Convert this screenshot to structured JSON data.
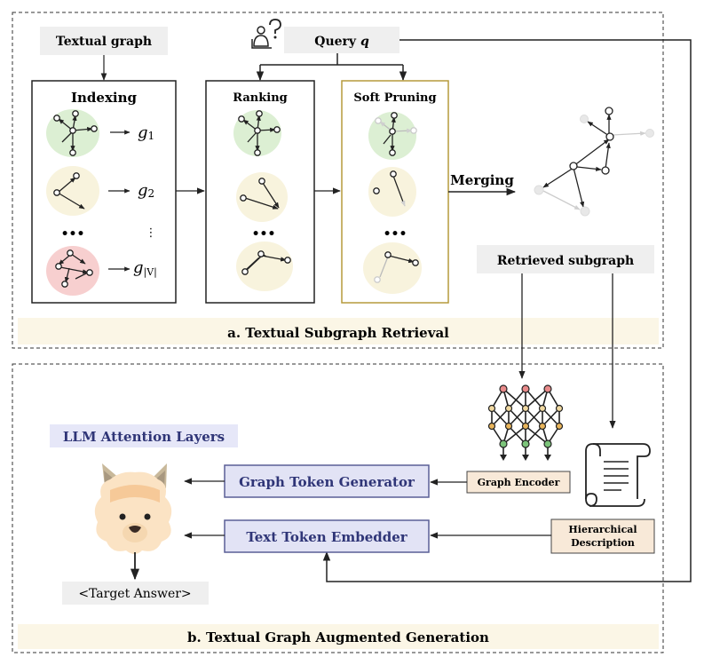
{
  "section_a": {
    "title": "a. Textual Subgraph Retrieval",
    "textual_graph_label": "Textual graph",
    "query_label": "Query",
    "query_var": "q",
    "indexing_title": "Indexing",
    "ranking_title": "Ranking",
    "soft_pruning_title": "Soft Pruning",
    "merging_label": "Merging",
    "retrieved_subgraph_label": "Retrieved subgraph",
    "index_labels": [
      "g",
      "g",
      "g"
    ],
    "index_subscripts": [
      "1",
      "2",
      "|V|"
    ],
    "ellipsis": "•••",
    "vertical_ellipsis": "⋮"
  },
  "section_b": {
    "title": "b. Textual Graph Augmented Generation",
    "llm_attention_label": "LLM Attention Layers",
    "graph_token_generator_label": "Graph Token Generator",
    "text_token_embedder_label": "Text Token Embedder",
    "graph_encoder_label": "Graph Encoder",
    "hierarchical_description_line1": "Hierarchical",
    "hierarchical_description_line2": "Description",
    "target_answer_label": "<Target Answer>"
  },
  "colors": {
    "green_blob": "#dcefd3",
    "yellow_blob": "#f8f3dd",
    "red_blob": "#f7cfcf",
    "section_band": "#fbf6e6",
    "label_box": "#efefef",
    "module_box": "#e2e3f5",
    "module_border": "#5a5f96",
    "orange_box": "#f8e9d8",
    "soft_pruning_border": "#b59a3c",
    "llm_label_bg": "#e6e7f8"
  },
  "icons": [
    "question-person-icon",
    "neural-network-icon",
    "scroll-document-icon",
    "alpaca-icon"
  ]
}
